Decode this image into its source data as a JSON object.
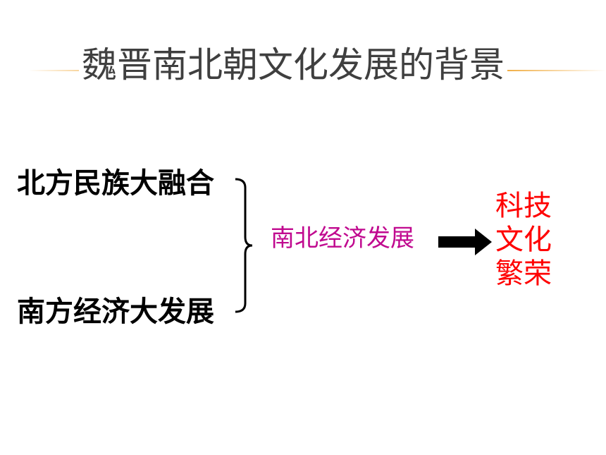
{
  "title": "魏晋南北朝文化发展的背景",
  "left": {
    "top": "北方民族大融合",
    "bottom": "南方经济大发展"
  },
  "middle": "南北经济发展",
  "result": {
    "line1": "科技",
    "line2": "文化",
    "line3": "繁荣"
  },
  "colors": {
    "title": "#3f3f3f",
    "rule": "#f0aa3c",
    "middle": "#c0098f",
    "result": "#ff0000"
  }
}
